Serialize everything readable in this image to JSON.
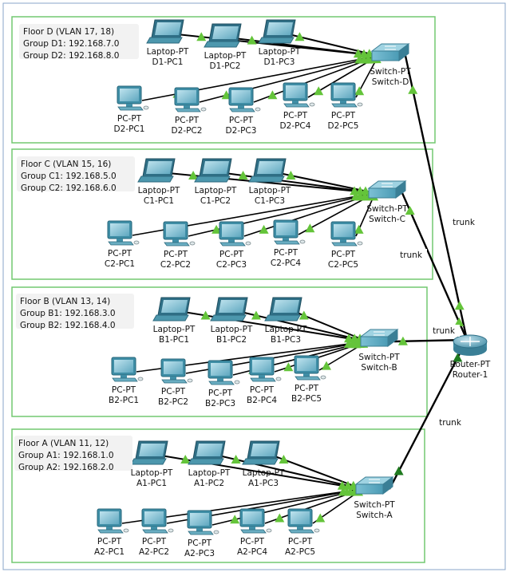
{
  "colors": {
    "floor_border": "#72c870",
    "outer_border": "#8aa6c8",
    "link_green": "#64c43a",
    "link_dark_green": "#1f7a1f",
    "cable": "#000000",
    "device": "#3d8ea6",
    "note_bg": "#f2f2f2"
  },
  "floors": [
    {
      "id": "D",
      "lines": [
        "Floor D (VLAN 17, 18)",
        "Group D1: 192.168.7.0",
        "Group D2: 192.168.8.0"
      ]
    },
    {
      "id": "C",
      "lines": [
        "Floor C (VLAN 15, 16)",
        "Group C1: 192.168.5.0",
        "Group C2: 192.168.6.0"
      ]
    },
    {
      "id": "B",
      "lines": [
        "Floor B (VLAN 13, 14)",
        "Group B1: 192.168.3.0",
        "Group B2: 192.168.4.0"
      ]
    },
    {
      "id": "A",
      "lines": [
        "Floor A (VLAN 11, 12)",
        "Group A1: 192.168.1.0",
        "Group A2: 192.168.2.0"
      ]
    }
  ],
  "switches": [
    {
      "type": "Switch-PT",
      "name": "Switch-D"
    },
    {
      "type": "Switch-PT",
      "name": "Switch-C"
    },
    {
      "type": "Switch-PT",
      "name": "Switch-B"
    },
    {
      "type": "Switch-PT",
      "name": "Switch-A"
    }
  ],
  "router": {
    "type": "Router-PT",
    "name": "Router-1"
  },
  "trunk_label": "trunk",
  "laptops": [
    {
      "floor": "D",
      "type": "Laptop-PT",
      "name": "D1-PC1"
    },
    {
      "floor": "D",
      "type": "Laptop-PT",
      "name": "D1-PC2"
    },
    {
      "floor": "D",
      "type": "Laptop-PT",
      "name": "D1-PC3"
    },
    {
      "floor": "C",
      "type": "Laptop-PT",
      "name": "C1-PC1"
    },
    {
      "floor": "C",
      "type": "Laptop-PT",
      "name": "C1-PC2"
    },
    {
      "floor": "C",
      "type": "Laptop-PT",
      "name": "C1-PC3"
    },
    {
      "floor": "B",
      "type": "Laptop-PT",
      "name": "B1-PC1"
    },
    {
      "floor": "B",
      "type": "Laptop-PT",
      "name": "B1-PC2"
    },
    {
      "floor": "B",
      "type": "Laptop-PT",
      "name": "B1-PC3"
    },
    {
      "floor": "A",
      "type": "Laptop-PT",
      "name": "A1-PC1"
    },
    {
      "floor": "A",
      "type": "Laptop-PT",
      "name": "A1-PC2"
    },
    {
      "floor": "A",
      "type": "Laptop-PT",
      "name": "A1-PC3"
    }
  ],
  "pcs": [
    {
      "floor": "D",
      "type": "PC-PT",
      "name": "D2-PC1"
    },
    {
      "floor": "D",
      "type": "PC-PT",
      "name": "D2-PC2"
    },
    {
      "floor": "D",
      "type": "PC-PT",
      "name": "D2-PC3"
    },
    {
      "floor": "D",
      "type": "PC-PT",
      "name": "D2-PC4"
    },
    {
      "floor": "D",
      "type": "PC-PT",
      "name": "D2-PC5"
    },
    {
      "floor": "C",
      "type": "PC-PT",
      "name": "C2-PC1"
    },
    {
      "floor": "C",
      "type": "PC-PT",
      "name": "C2-PC2"
    },
    {
      "floor": "C",
      "type": "PC-PT",
      "name": "C2-PC3"
    },
    {
      "floor": "C",
      "type": "PC-PT",
      "name": "C2-PC4"
    },
    {
      "floor": "C",
      "type": "PC-PT",
      "name": "C2-PC5"
    },
    {
      "floor": "B",
      "type": "PC-PT",
      "name": "B2-PC1"
    },
    {
      "floor": "B",
      "type": "PC-PT",
      "name": "B2-PC2"
    },
    {
      "floor": "B",
      "type": "PC-PT",
      "name": "B2-PC3"
    },
    {
      "floor": "B",
      "type": "PC-PT",
      "name": "B2-PC4"
    },
    {
      "floor": "B",
      "type": "PC-PT",
      "name": "B2-PC5"
    },
    {
      "floor": "A",
      "type": "PC-PT",
      "name": "A2-PC1"
    },
    {
      "floor": "A",
      "type": "PC-PT",
      "name": "A2-PC2"
    },
    {
      "floor": "A",
      "type": "PC-PT",
      "name": "A2-PC3"
    },
    {
      "floor": "A",
      "type": "PC-PT",
      "name": "A2-PC4"
    },
    {
      "floor": "A",
      "type": "PC-PT",
      "name": "A2-PC5"
    }
  ]
}
